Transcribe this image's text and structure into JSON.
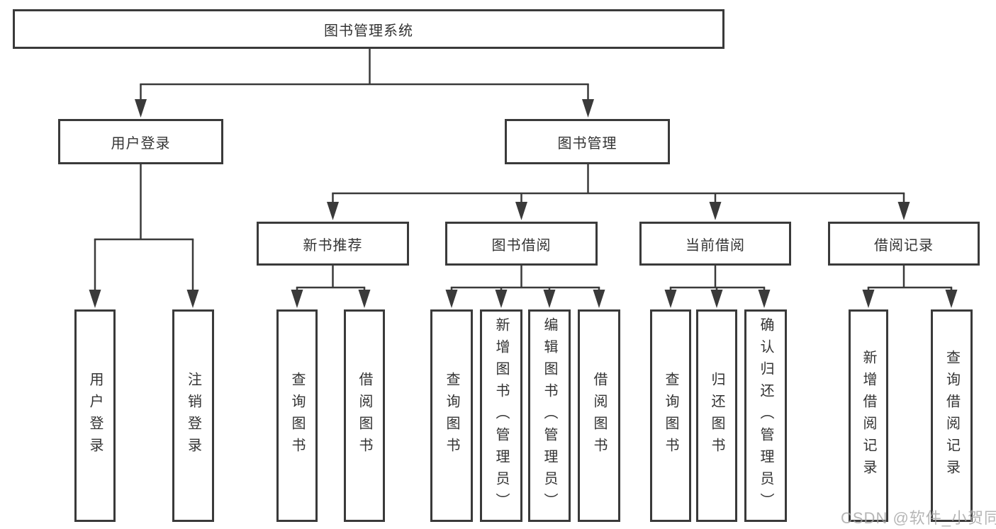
{
  "tree": {
    "root": "图书管理系统",
    "user_login": {
      "label": "用户登录",
      "leaves": [
        "用户登录",
        "注销登录"
      ]
    },
    "book_management": {
      "label": "图书管理",
      "groups": [
        {
          "label": "新书推荐",
          "leaves": [
            "查询图书",
            "借阅图书"
          ]
        },
        {
          "label": "图书借阅",
          "leaves": [
            "查询图书",
            "新增图书（管理员）",
            "编辑图书（管理员）",
            "借阅图书"
          ]
        },
        {
          "label": "当前借阅",
          "leaves": [
            "查询图书",
            "归还图书",
            "确认归还（管理员）"
          ]
        },
        {
          "label": "借阅记录",
          "leaves": [
            "新增借阅记录",
            "查询借阅记录"
          ]
        }
      ]
    }
  },
  "watermark": "CSDN @软件_小贺同学",
  "colors": {
    "line": "#3a3a3a",
    "text": "#333333",
    "background": "#ffffff",
    "watermark": "#a4a4a4"
  }
}
